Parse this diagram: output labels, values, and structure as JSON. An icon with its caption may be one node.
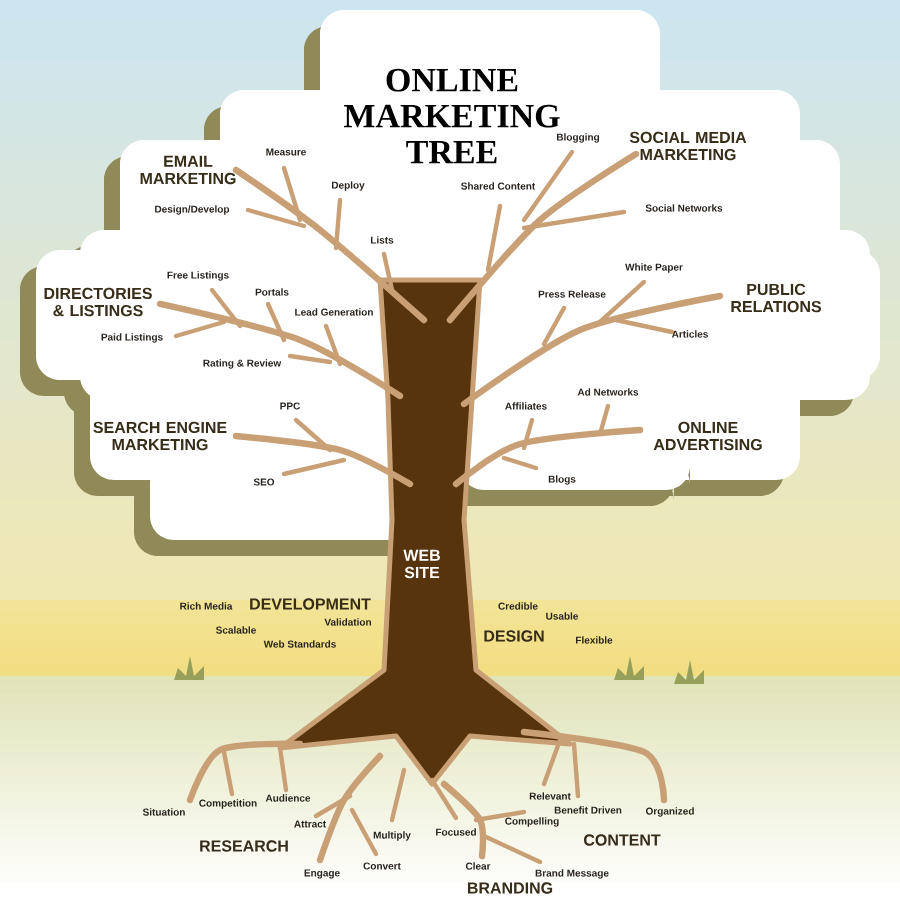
{
  "diagram": {
    "title": "ONLINE MARKETING TREE",
    "labels": [
      "Blogging",
      "SOCIAL MEDIA MARKETING",
      "Measure",
      "EMAIL MARKETING",
      "Deploy",
      "Shared Content",
      "Social Networks",
      "Design/Develop",
      "Lists",
      "White Paper",
      "Free Listings",
      "Portals",
      "Press Release",
      "DIRECTORIES & LISTINGS",
      "PUBLIC RELATIONS",
      "Lead Generation",
      "Articles",
      "Paid Listings",
      "Rating & Review",
      "Ad Networks",
      "PPC",
      "Affiliates",
      "SEARCH ENGINE MARKETING",
      "ONLINE ADVERTISING",
      "SEO",
      "Blogs",
      "WEB SITE",
      "Rich Media",
      "DEVELOPMENT",
      "Credible",
      "Usable",
      "Validation",
      "Scalable",
      "DESIGN",
      "Flexible",
      "Web Standards",
      "Relevant",
      "Audience",
      "Competition",
      "Benefit Driven",
      "Situation",
      "Organized",
      "Compelling",
      "Attract",
      "Focused",
      "Multiply",
      "CONTENT",
      "RESEARCH",
      "Convert",
      "Clear",
      "Engage",
      "Brand Message",
      "BRANDING"
    ]
  }
}
